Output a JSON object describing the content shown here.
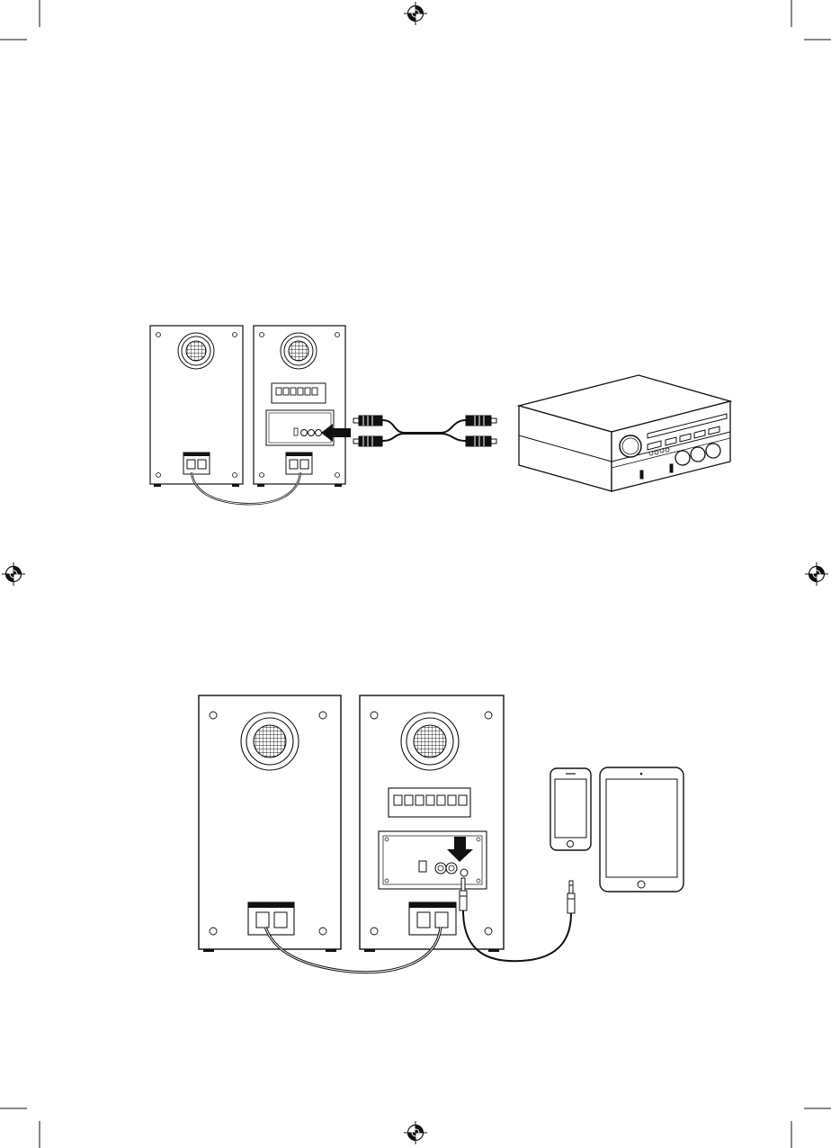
{
  "page": {
    "background": "#ffffff",
    "ink": "#111111"
  },
  "figures": [
    {
      "description_id": "fig1",
      "devices": [
        "left-speaker",
        "right-speaker",
        "rca-cable",
        "amplifier"
      ]
    },
    {
      "description_id": "fig2",
      "devices": [
        "left-speaker",
        "right-speaker",
        "aux-cable",
        "smartphone",
        "tablet"
      ]
    }
  ],
  "icons": [
    "registration-mark-icon",
    "arrow-icon"
  ]
}
